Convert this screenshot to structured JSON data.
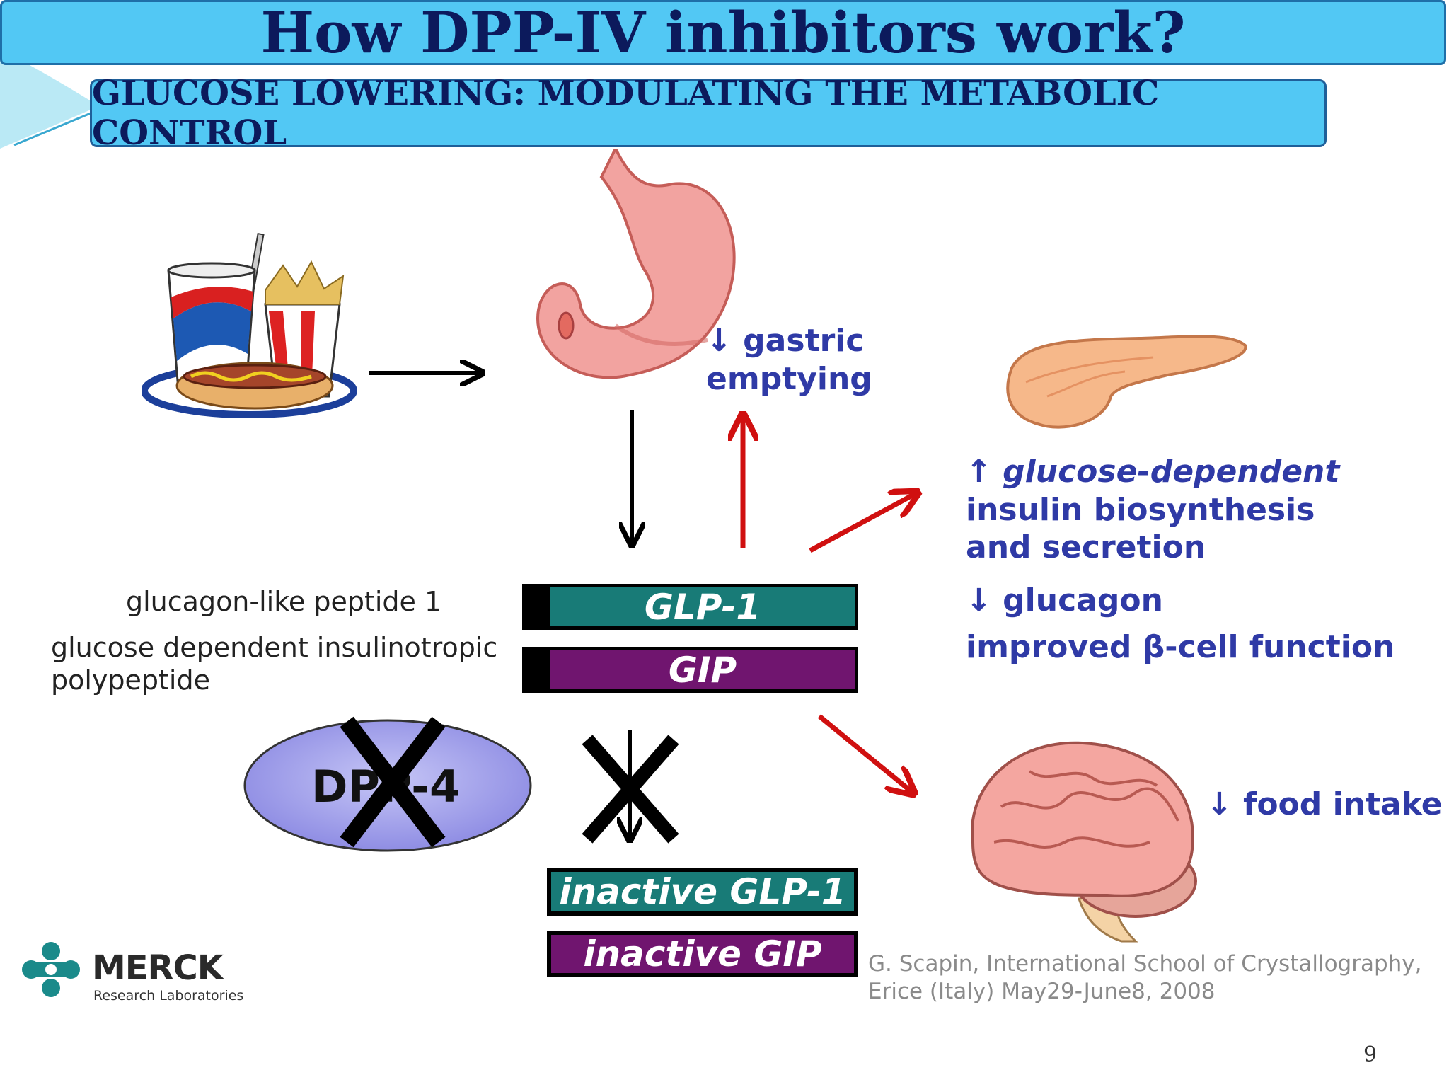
{
  "slide": {
    "title": "How DPP-IV inhibitors work?",
    "subtitle": "GLUCOSE LOWERING: MODULATING THE METABOLIC CONTROL",
    "page_number": "9"
  },
  "diagram": {
    "effects": {
      "gastric_line1": "↓ gastric",
      "gastric_line2": "emptying",
      "insulin_line1": "↑ glucose-dependent",
      "insulin_line2": "insulin biosynthesis",
      "insulin_line3": "and secretion",
      "glucagon": "↓ glucagon",
      "beta_cell": "improved β-cell function",
      "food_intake": "↓ food intake"
    },
    "labels": {
      "glp1_full": "glucagon-like peptide 1",
      "gip_full_line1": "glucose dependent insulinotropic",
      "gip_full_line2": "polypeptide"
    },
    "bars": {
      "glp1": "GLP-1",
      "gip": "GIP",
      "inactive_glp1": "inactive GLP-1",
      "inactive_gip": "inactive GIP"
    },
    "enzyme": "DPP-4"
  },
  "footer": {
    "logo_name": "MERCK",
    "logo_sub": "Research Laboratories",
    "citation_line1": "G. Scapin, International School of Crystallography,",
    "citation_line2": "Erice (Italy) May29-June8, 2008"
  },
  "colors": {
    "title_bg": "#52c8f4",
    "title_text": "#0c1a5c",
    "effect_text": "#2f3aa6",
    "glp_bar": "#187b77",
    "gip_bar": "#70156f",
    "red_arrow": "#d01010",
    "logo_teal": "#1a8a8a"
  }
}
